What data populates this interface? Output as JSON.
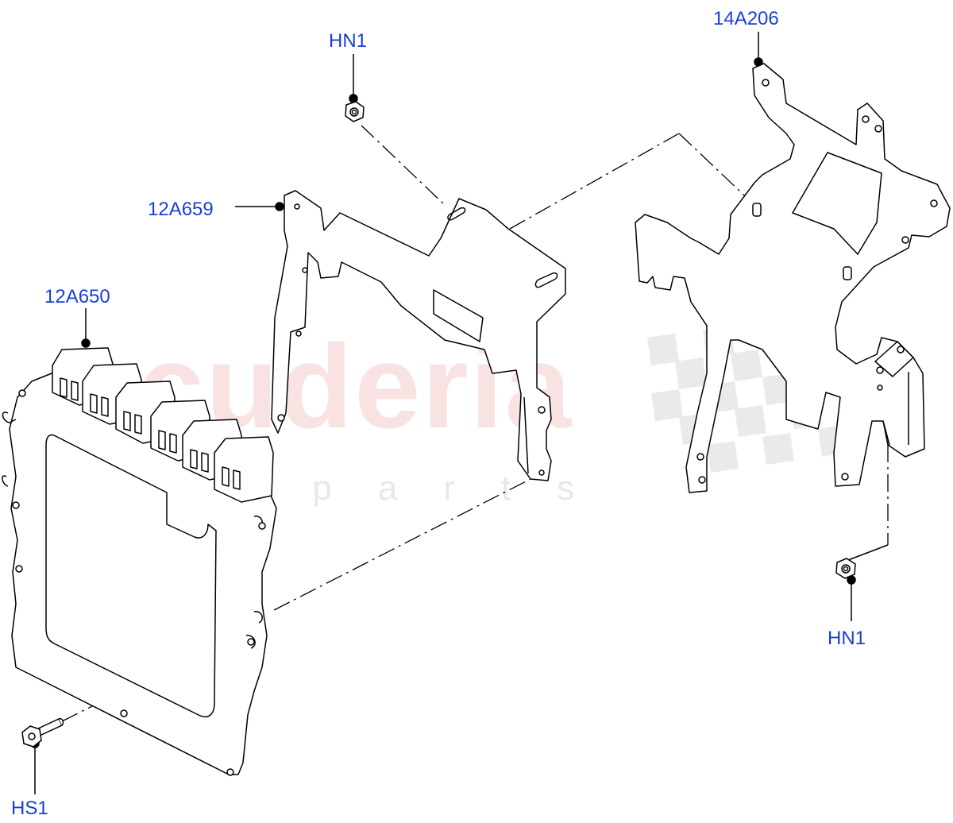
{
  "watermark": {
    "brand": "scuderia",
    "tagline": "car parts"
  },
  "callouts": {
    "hn1_top": "HN1",
    "part_14a206": "14A206",
    "part_12a659": "12A659",
    "part_12a650": "12A650",
    "hn1_right": "HN1",
    "hs1": "HS1"
  },
  "colors": {
    "callout_text": "#1a3fd6",
    "line": "#000000",
    "watermark_text": "#eb9696",
    "checker": "#d9d9d9"
  }
}
